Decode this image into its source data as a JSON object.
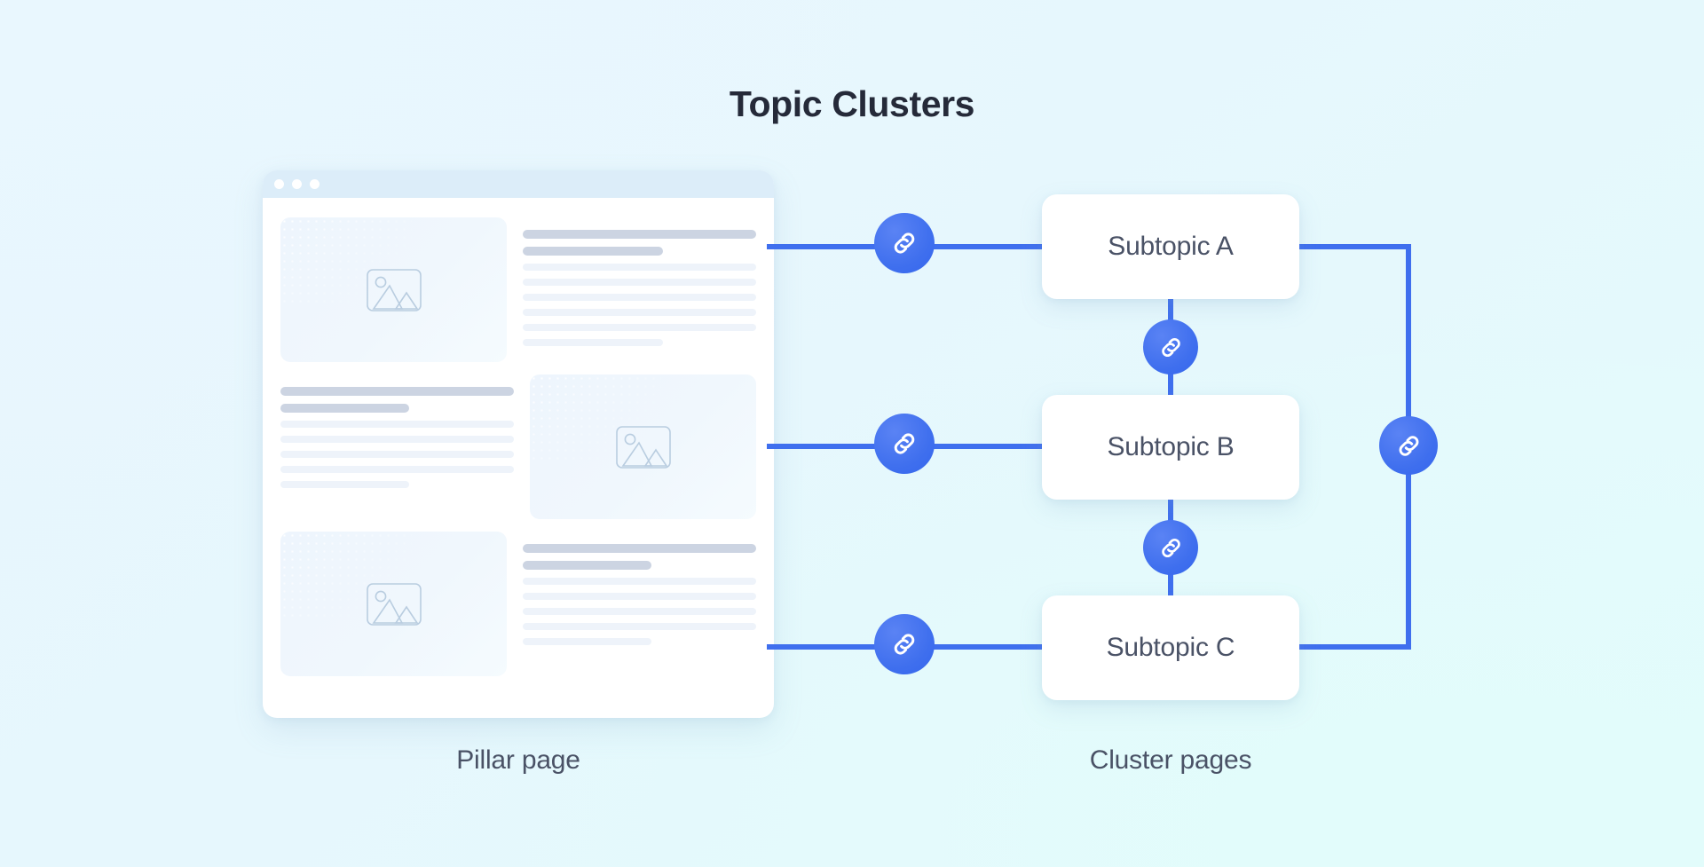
{
  "title": "Topic Clusters",
  "theme": {
    "background": "#e8f6fd",
    "accent_blue": "#3f6fee",
    "title_color": "#252a39",
    "label_color": "#4a5266",
    "card_bg": "#ffffff",
    "browser_bar": "#dcedf9",
    "skeleton_heading": "#ccd4e2",
    "skeleton_line": "#eef3fa",
    "image_placeholder_stroke": "#b9cde0"
  },
  "pillar": {
    "caption": "Pillar page",
    "window": {
      "dots": [
        "dot-1",
        "dot-2",
        "dot-3"
      ],
      "rows": [
        {
          "layout": "image-left",
          "image": "image-placeholder-icon",
          "headings": [
            100,
            60
          ],
          "lines": [
            100,
            100,
            100,
            100,
            100,
            60
          ]
        },
        {
          "layout": "text-left",
          "image": "image-placeholder-icon",
          "headings": [
            100,
            55
          ],
          "lines": [
            100,
            100,
            100,
            100,
            55
          ]
        },
        {
          "layout": "image-left",
          "image": "image-placeholder-icon",
          "headings": [
            100,
            55
          ],
          "lines": [
            100,
            100,
            100,
            100,
            55
          ]
        }
      ]
    }
  },
  "clusters": {
    "caption": "Cluster pages",
    "cards": [
      {
        "label": "Subtopic A"
      },
      {
        "label": "Subtopic B"
      },
      {
        "label": "Subtopic C"
      }
    ]
  },
  "links": {
    "icon": "link-chain-icon",
    "connections": [
      {
        "name": "pillar-to-subtopic-a",
        "orientation": "horizontal"
      },
      {
        "name": "pillar-to-subtopic-b",
        "orientation": "horizontal"
      },
      {
        "name": "pillar-to-subtopic-c",
        "orientation": "horizontal"
      },
      {
        "name": "subtopic-a-to-subtopic-b",
        "orientation": "vertical"
      },
      {
        "name": "subtopic-b-to-subtopic-c",
        "orientation": "vertical"
      },
      {
        "name": "subtopic-a-to-subtopic-c",
        "orientation": "vertical-bracket"
      }
    ]
  }
}
